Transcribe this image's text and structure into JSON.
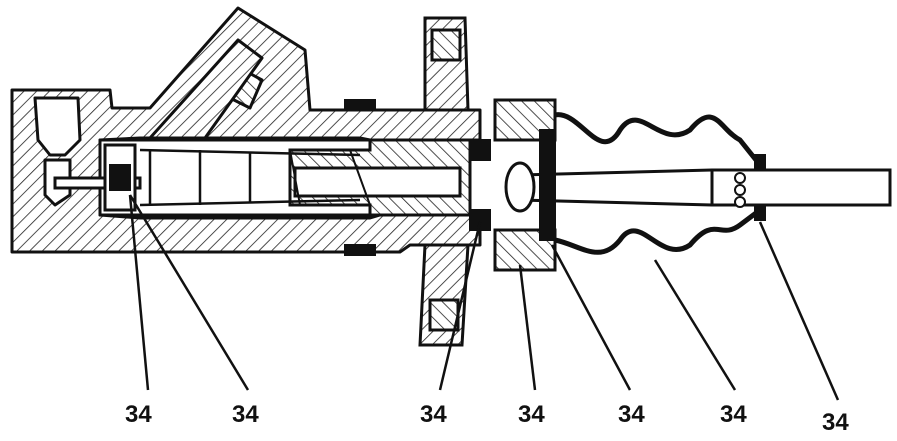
{
  "diagram": {
    "colors": {
      "ink": "#111111",
      "paper": "#ffffff",
      "hatch": "#222222"
    },
    "callouts": [
      {
        "id": "c1",
        "text": "34"
      },
      {
        "id": "c2",
        "text": "34"
      },
      {
        "id": "c3",
        "text": "34"
      },
      {
        "id": "c4",
        "text": "34"
      },
      {
        "id": "c5",
        "text": "34"
      },
      {
        "id": "c6",
        "text": "34"
      },
      {
        "id": "c7",
        "text": "34"
      }
    ]
  }
}
